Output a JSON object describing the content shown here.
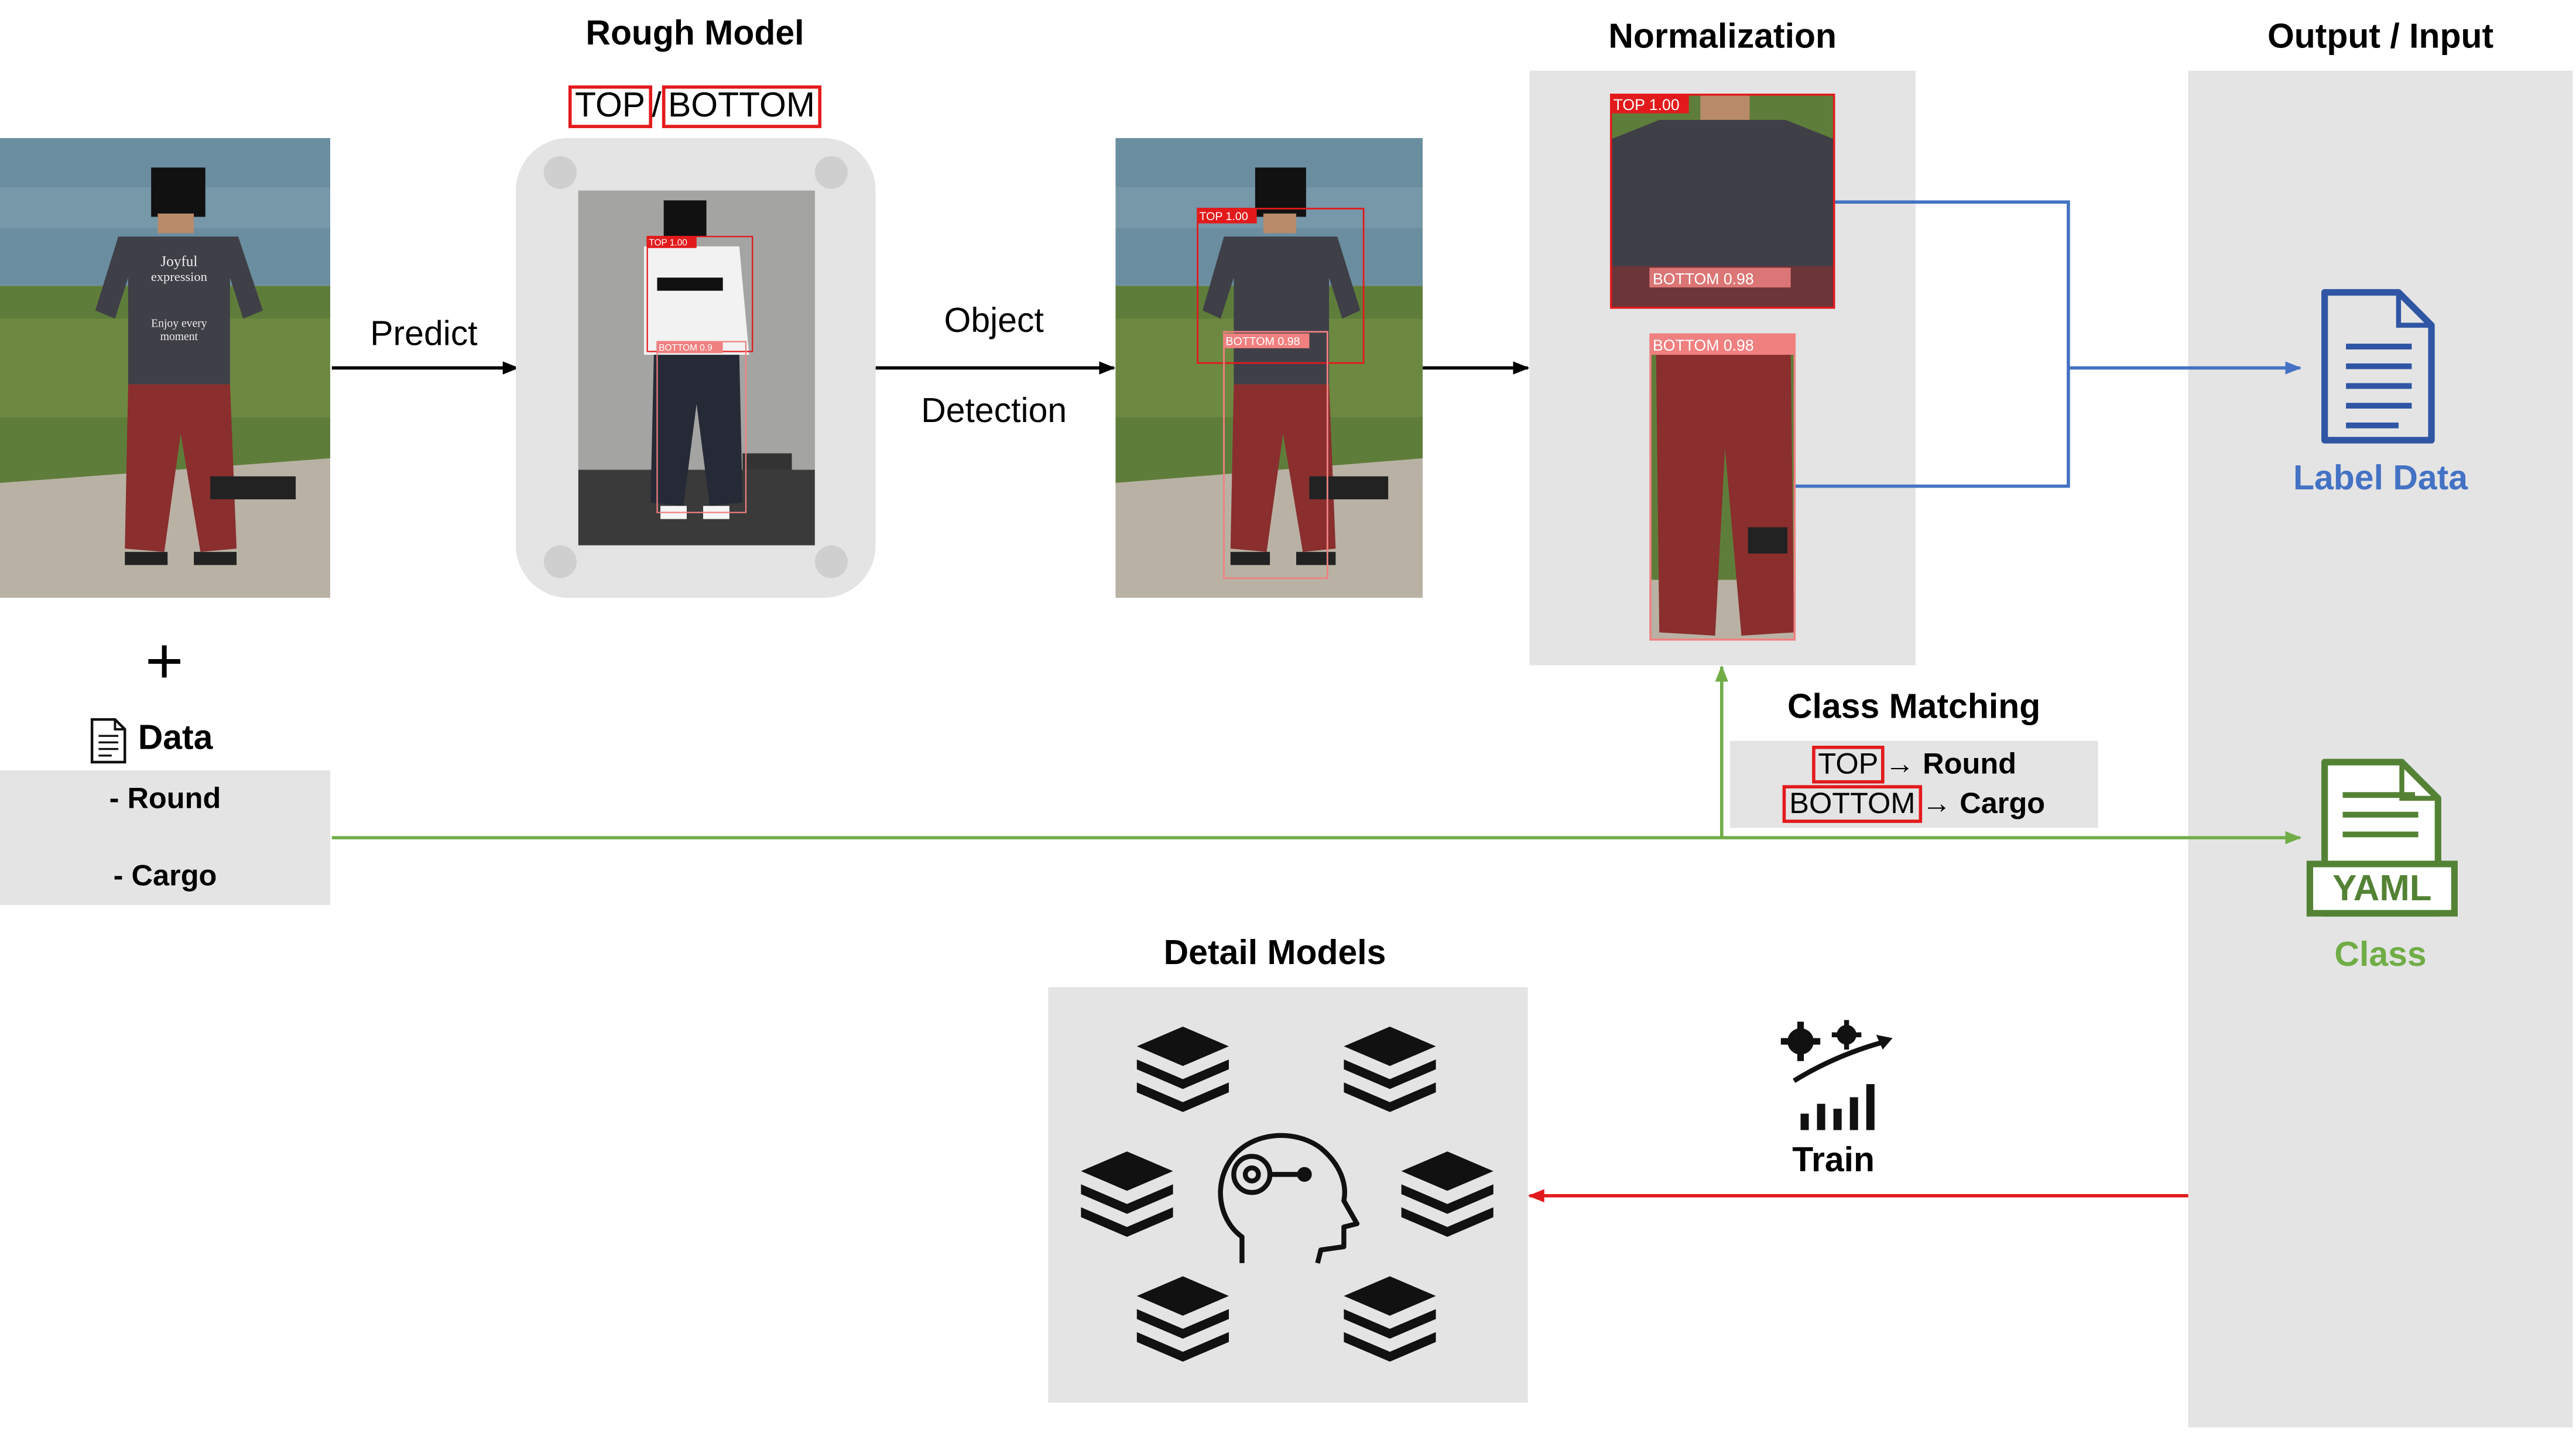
{
  "rough_model": {
    "title": "Rough Model",
    "class_top": "TOP",
    "separator": "/",
    "class_bottom": "BOTTOM",
    "box_top_label": "TOP 1.00",
    "box_bottom_label": "BOTTOM 0.9"
  },
  "edges": {
    "predict": "Predict",
    "object_detection_line1": "Object",
    "object_detection_line2": "Detection"
  },
  "input": {
    "plus": "+",
    "data_title": "Data",
    "items": [
      "- Round",
      "- Cargo"
    ],
    "shirt_text_1": "Joyful",
    "shirt_text_2": "expression",
    "shirt_text_3": "Enjoy every",
    "shirt_text_4": "moment"
  },
  "detection": {
    "box_top_label": "TOP 1.00",
    "box_bottom_label": "BOTTOM 0.98"
  },
  "normalization": {
    "title": "Normalization",
    "crop_top_label": "TOP 1.00",
    "crop_top_inner_label": "BOTTOM 0.98",
    "crop_bottom_label": "BOTTOM 0.98"
  },
  "class_matching": {
    "title": "Class Matching",
    "row1_class": "TOP",
    "row1_arrow": "→",
    "row1_target": "Round",
    "row2_class": "BOTTOM",
    "row2_arrow": "→",
    "row2_target": "Cargo"
  },
  "output": {
    "title": "Output / Input",
    "label_data": "Label Data",
    "yaml_badge": "YAML",
    "class_label": "Class"
  },
  "detail_models": {
    "title": "Detail Models"
  },
  "train": {
    "label": "Train"
  },
  "colors": {
    "blue": "#4472c4",
    "green": "#70ad47",
    "red": "#e31a1c",
    "panel": "#e4e4e4",
    "icon_blue": "#2f55a4",
    "icon_green": "#548235"
  }
}
